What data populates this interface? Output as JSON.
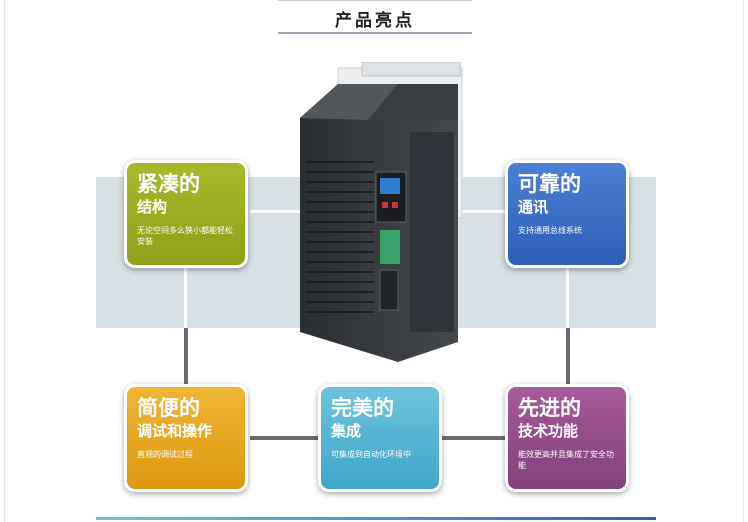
{
  "header": {
    "title": "产品亮点"
  },
  "features": {
    "compact": {
      "line1": "紧凑的",
      "line2": "结构",
      "desc": "无论空间多么狭小都能轻松安装",
      "color": "#9aab22"
    },
    "reliable": {
      "line1": "可靠的",
      "line2": "通讯",
      "desc": "支持通用总线系统",
      "color": "#3a6cc4"
    },
    "simple": {
      "line1": "简便的",
      "line2": "调试和操作",
      "desc": "直观的调试过程",
      "color": "#e8a823"
    },
    "perfect": {
      "line1": "完美的",
      "line2": "集成",
      "desc": "可集成到自动化环境中",
      "color": "#55b5d3"
    },
    "advanced": {
      "line1": "先进的",
      "line2": "技术功能",
      "desc": "能效更高并且集成了安全功能",
      "color": "#944f8b"
    }
  },
  "product": {
    "icon": "frequency-inverter-image"
  }
}
